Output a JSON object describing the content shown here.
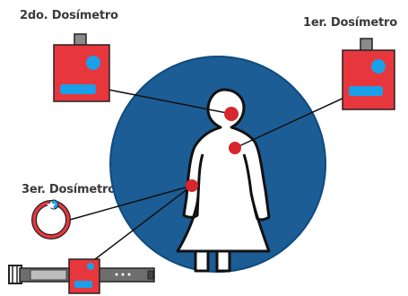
{
  "labels": {
    "second_dosimeter": "2do. Dosímetro",
    "first_dosimeter": "1er. Dosímetro",
    "third_dosimeter": "3er. Dosímetro"
  },
  "colors": {
    "circle_blue": "#1c5d96",
    "dosimeter_red": "#e8363d",
    "badge_blue": "#1aa0e8",
    "marker_red": "#d8262e",
    "clip_gray": "#8a8a8a",
    "line": "#111111"
  }
}
